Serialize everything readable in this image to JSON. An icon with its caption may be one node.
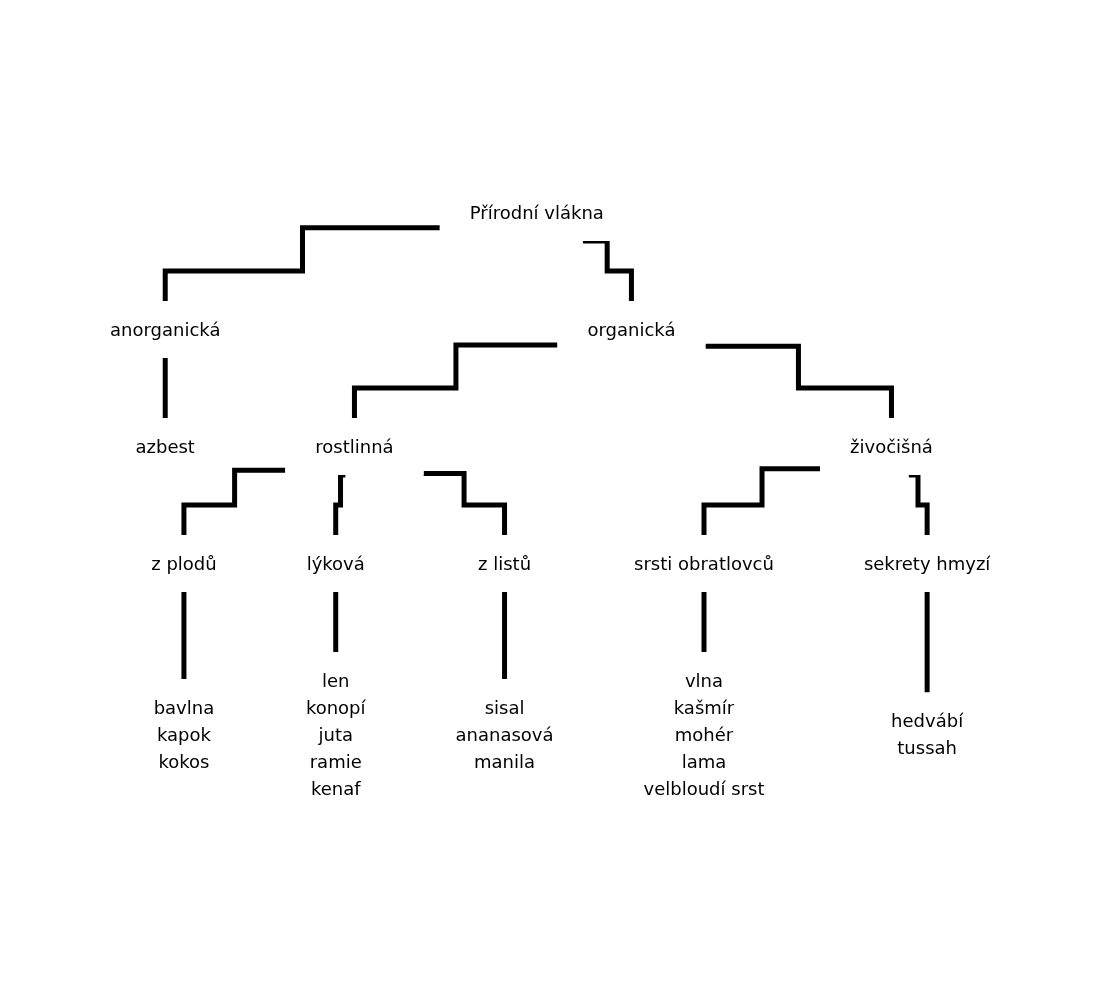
{
  "diagram": {
    "nodes": [
      {
        "text": [
          "Přírodní vlákna"
        ]
      },
      {
        "text": [
          "anorganická"
        ]
      },
      {
        "text": [
          "organická"
        ]
      },
      {
        "text": [
          "azbest"
        ]
      },
      {
        "text": [
          "rostlinná"
        ]
      },
      {
        "text": [
          "živočišná"
        ]
      },
      {
        "text": [
          "z plodů"
        ]
      },
      {
        "text": [
          "lýková"
        ]
      },
      {
        "text": [
          "z listů"
        ]
      },
      {
        "text": [
          "srsti obratlovců"
        ]
      },
      {
        "text": [
          "sekrety hmyzí"
        ]
      },
      {
        "text": [
          "bavlna",
          "kapok",
          "kokos"
        ]
      },
      {
        "text": [
          "len",
          "konopí",
          "juta",
          "ramie",
          "kenaf"
        ]
      },
      {
        "text": [
          "sisal",
          "ananasová",
          "manila"
        ]
      },
      {
        "text": [
          "vlna",
          "kašmír",
          "mohér",
          "lama",
          "velbloudí srst"
        ]
      },
      {
        "text": [
          "hedvábí",
          "tussah"
        ]
      }
    ],
    "edges": [
      {
        "from": 0,
        "to": 1,
        "arrow": "none"
      },
      {
        "from": 0,
        "to": 2,
        "arrow": "none"
      },
      {
        "from": 1,
        "to": 3,
        "arrow": "none"
      },
      {
        "from": 2,
        "to": 4,
        "arrow": "none"
      },
      {
        "from": 2,
        "to": 5,
        "arrow": "none"
      },
      {
        "from": 4,
        "to": 6,
        "arrow": "none"
      },
      {
        "from": 4,
        "to": 7,
        "arrow": "none"
      },
      {
        "from": 4,
        "to": 8,
        "arrow": "none"
      },
      {
        "from": 5,
        "to": 9,
        "arrow": "none"
      },
      {
        "from": 5,
        "to": 10,
        "arrow": "none"
      },
      {
        "from": 6,
        "to": 11,
        "arrow": "none"
      },
      {
        "from": 7,
        "to": 12,
        "arrow": "none"
      },
      {
        "from": 8,
        "to": 13,
        "arrow": "none"
      },
      {
        "from": 9,
        "to": 14,
        "arrow": "none"
      },
      {
        "from": 10,
        "to": 15,
        "arrow": "none"
      }
    ]
  }
}
